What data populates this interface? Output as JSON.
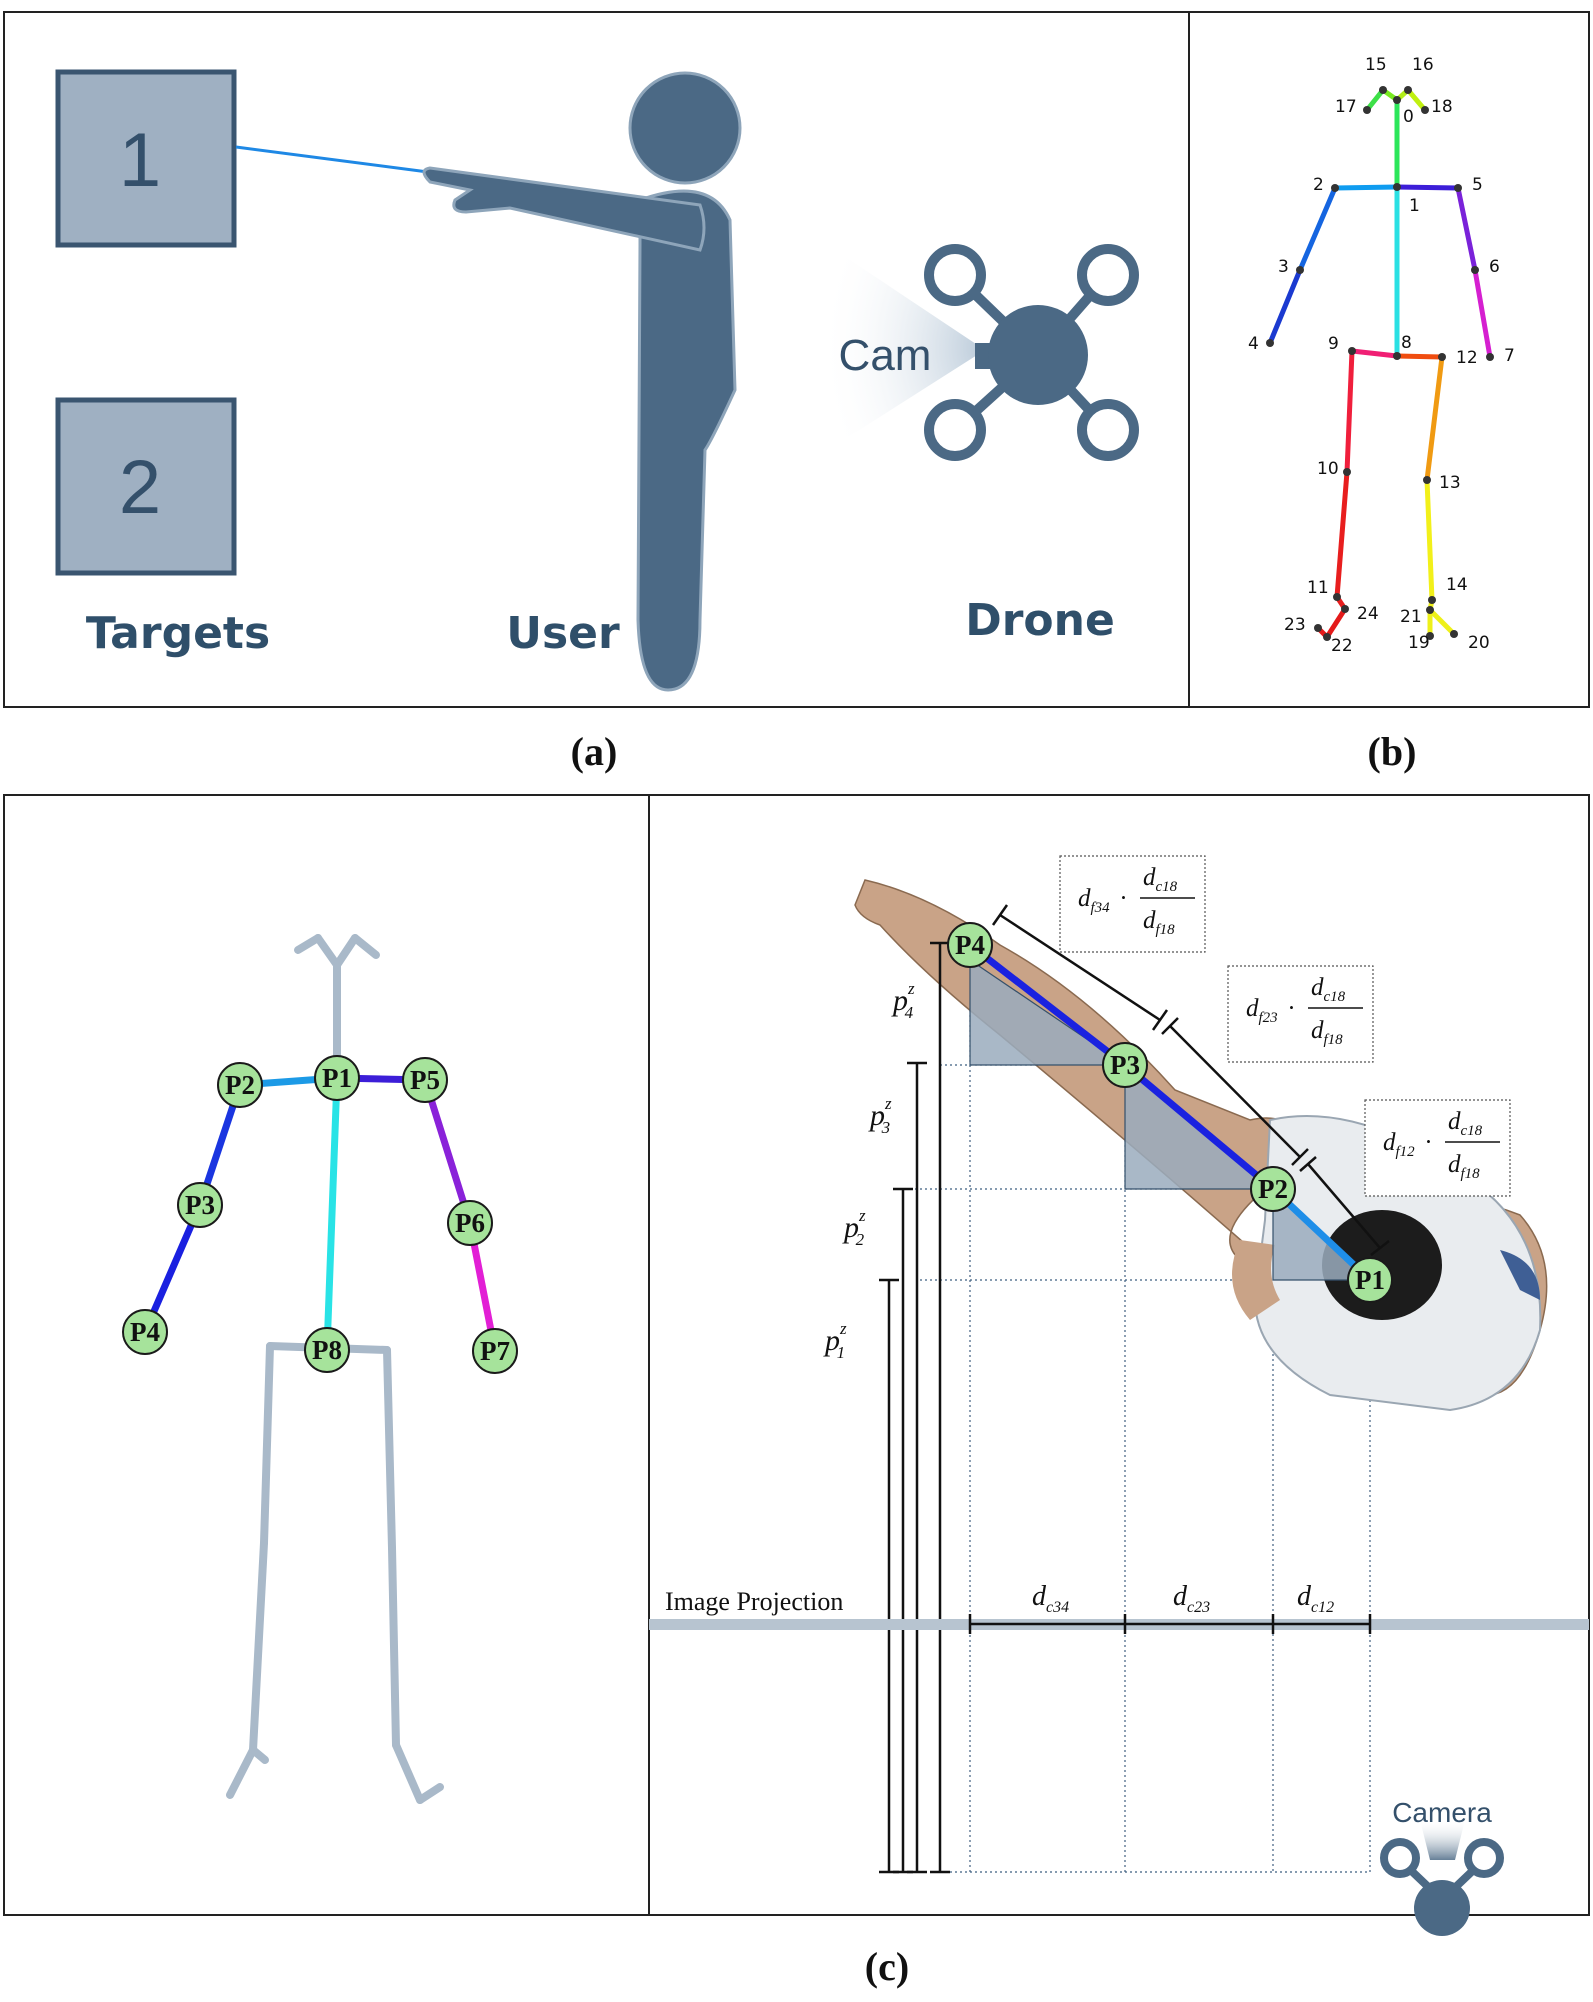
{
  "panel_a": {
    "caption": "(a)",
    "target_1": "1",
    "target_2": "2",
    "targets_label": "Targets",
    "user_label": "User",
    "drone_label": "Drone",
    "cam_label": "Cam"
  },
  "panel_b": {
    "caption": "(b)",
    "keypoints": [
      "0",
      "1",
      "2",
      "3",
      "4",
      "5",
      "6",
      "7",
      "8",
      "9",
      "10",
      "11",
      "12",
      "13",
      "14",
      "15",
      "16",
      "17",
      "18",
      "19",
      "20",
      "21",
      "22",
      "23",
      "24"
    ]
  },
  "panel_c": {
    "caption": "(c)",
    "nodes": {
      "p1": "P1",
      "p2": "P2",
      "p3": "P3",
      "p4": "P4",
      "p5": "P5",
      "p6": "P6",
      "p7": "P7",
      "p8": "P8"
    },
    "image_projection": "Image Projection",
    "camera_label": "Camera",
    "depth_p": "p",
    "depth_sup": "z",
    "depth_subs": [
      "4",
      "3",
      "2",
      "1"
    ],
    "dc_main": "d",
    "dc_subs": [
      "c34",
      "c23",
      "c12"
    ],
    "formulas": [
      {
        "lhs_sub": "f34",
        "num_sub": "c18",
        "den_sub": "f18"
      },
      {
        "lhs_sub": "f23",
        "num_sub": "c18",
        "den_sub": "f18"
      },
      {
        "lhs_sub": "f12",
        "num_sub": "c18",
        "den_sub": "f18"
      }
    ],
    "dot": "·"
  },
  "colors": {
    "figure_dark": "#4b6985",
    "target_fill": "#9fb0c2",
    "node_fill": "#a6e39b",
    "projection_bar": "#b7c4d0",
    "triangle_fill": "#9aabbd"
  }
}
